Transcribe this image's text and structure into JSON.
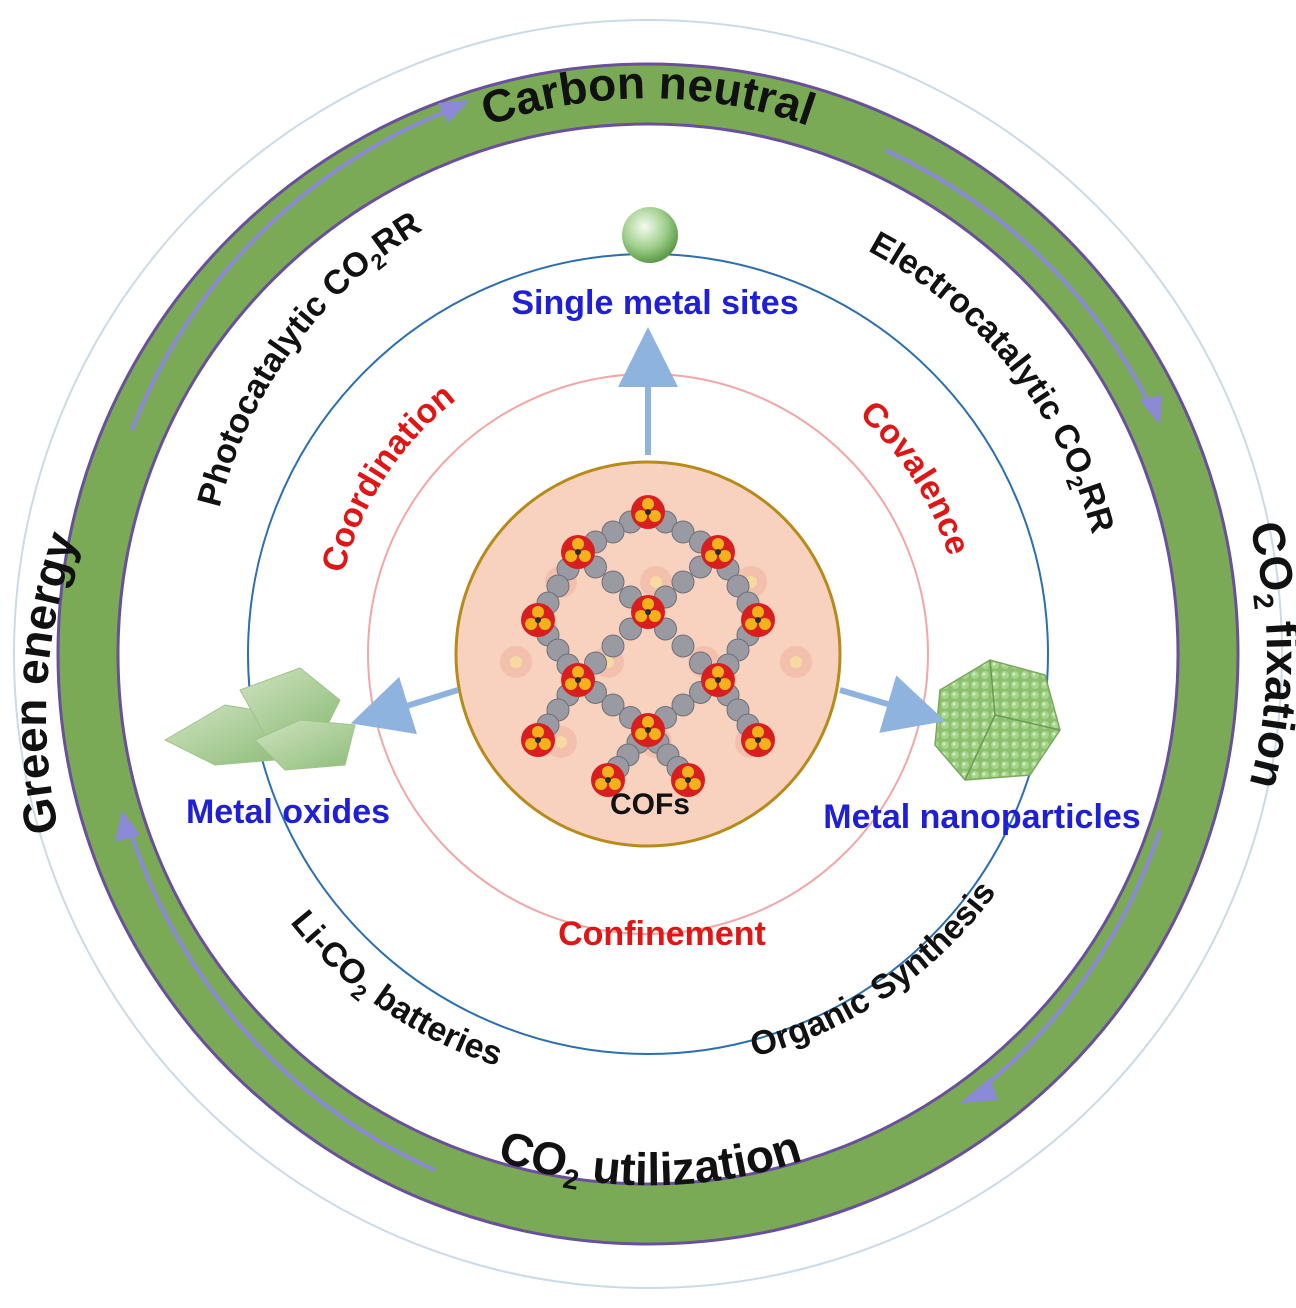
{
  "outer_ring": {
    "top": "Carbon neutral",
    "right_pre": "CO",
    "right_sub": "2",
    "right_post": " fixation",
    "bottom_pre": "CO",
    "bottom_sub": "2",
    "bottom_post": " utilization",
    "left": "Green energy"
  },
  "applications": {
    "photocatalytic_pre": "Photocatalytic CO",
    "photocatalytic_sub": "2",
    "photocatalytic_post": "RR",
    "electrocatalytic_pre": "Electrocatalytic CO",
    "electrocatalytic_sub": "2",
    "electrocatalytic_post": "RR",
    "li_pre": "Li-CO",
    "li_sub": "2",
    "li_post": " batteries",
    "organic": "Organic Synthesis"
  },
  "species": {
    "single": "Single metal sites",
    "oxides": "Metal oxides",
    "nanoparticles": "Metal nanoparticles"
  },
  "strategies": {
    "coordination": "Coordination",
    "covalence": "Covalence",
    "confinement": "Confinement"
  },
  "center": {
    "label": "COFs"
  },
  "colors": {
    "ring_green": "#7aaa55",
    "ring_edge": "#6a4f9a",
    "arrow_purple": "#8c8ad6",
    "species_blue": "#1f1fd6",
    "strategy_red": "#e01515",
    "inner_blue_circle": "#2b6fb0",
    "pink_circle": "#f2a6a6",
    "core_fill": "#f8d2bf",
    "core_edge": "#b88a1a",
    "link_arrow": "#8fb3df"
  }
}
